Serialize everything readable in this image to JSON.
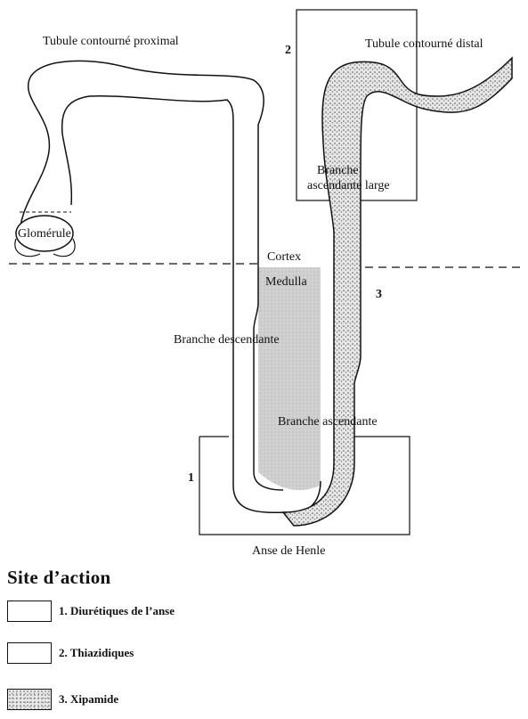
{
  "labels": {
    "proximal_tubule": "Tubule contourné proximal",
    "distal_tubule": "Tubule contourné distal",
    "glomerule": "Glomérule",
    "cortex": "Cortex",
    "medulla": "Medulla",
    "thick_ascending_1": "Branche",
    "thick_ascending_2": "ascendante large",
    "descending_limb": "Branche descendante",
    "ascending_limb": "Branche ascendante",
    "loop_of_henle": "Anse de Henle",
    "site1": "1",
    "site2": "2",
    "site3": "3"
  },
  "legend": {
    "title": "Site d’action",
    "items": [
      {
        "label": "1. Diurétiques de l’anse",
        "pattern": "plain"
      },
      {
        "label": "2. Thiazidiques",
        "pattern": "plain"
      },
      {
        "label": "3. Xipamide",
        "pattern": "stipple"
      }
    ]
  },
  "colors": {
    "ink": "#111111",
    "stipple_dark": "#555555",
    "stipple_light": "#d9d9d9"
  }
}
